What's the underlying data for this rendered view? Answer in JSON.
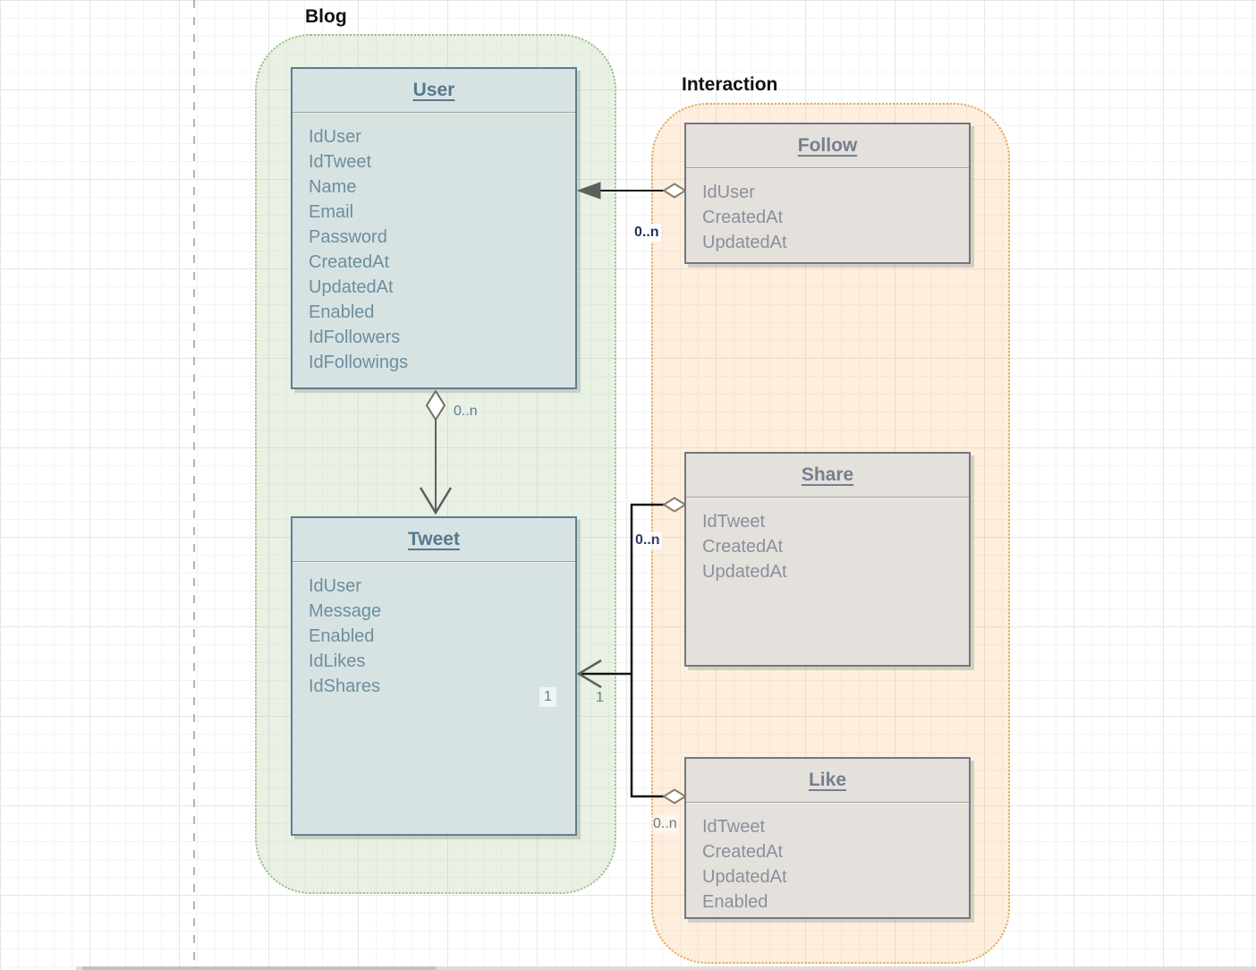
{
  "groups": {
    "blog": {
      "label": "Blog"
    },
    "interaction": {
      "label": "Interaction"
    }
  },
  "entities": {
    "user": {
      "title": "User",
      "fields": [
        "IdUser",
        "IdTweet",
        "Name",
        "Email",
        "Password",
        "CreatedAt",
        "UpdatedAt",
        "Enabled",
        "IdFollowers",
        "IdFollowings"
      ]
    },
    "tweet": {
      "title": "Tweet",
      "fields": [
        "IdUser",
        "Message",
        "Enabled",
        "IdLikes",
        "IdShares"
      ]
    },
    "follow": {
      "title": "Follow",
      "fields": [
        "IdUser",
        "CreatedAt",
        "UpdatedAt"
      ]
    },
    "share": {
      "title": "Share",
      "fields": [
        "IdTweet",
        "CreatedAt",
        "UpdatedAt"
      ]
    },
    "like": {
      "title": "Like",
      "fields": [
        "IdTweet",
        "CreatedAt",
        "UpdatedAt",
        "Enabled"
      ]
    }
  },
  "multiplicities": {
    "follow_user": "0..n",
    "user_tweet": "0..n",
    "share_tweet": "0..n",
    "like_tweet": "0..n",
    "tweet_inner_one": "1",
    "tweet_outer_one": "1"
  },
  "colors": {
    "blog_fill": "#e9f1e4",
    "blog_border": "#9dbd85",
    "interaction_fill": "#fcefdd",
    "interaction_border": "#ddab58",
    "blue_entity_fill": "#d7e3e3",
    "blue_entity_border": "#5d7f92",
    "gray_entity_fill": "#e4e0db",
    "gray_entity_border": "#6e7883",
    "connector_black": "#141414",
    "connector_gray": "#5e5e5e",
    "diamond_stroke": "#8a7c64",
    "label_navy": "#1e3157",
    "label_slate": "#5f7d92"
  }
}
